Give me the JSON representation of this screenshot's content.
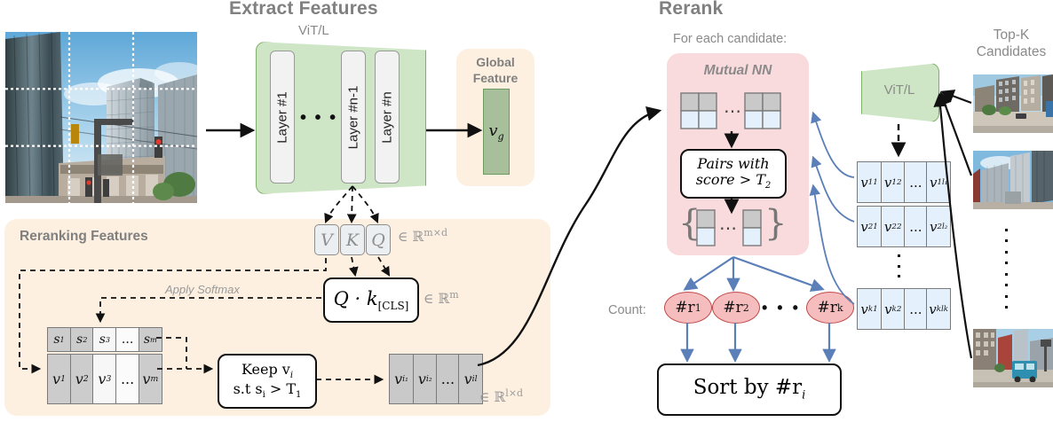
{
  "titles": {
    "left": "Extract Features",
    "right": "Rerank"
  },
  "extract": {
    "vit_label": "ViT/L",
    "layers": [
      "Layer #1",
      "Layer #n-1",
      "Layer #n"
    ],
    "layer_ellipsis": "• • •",
    "global_feature_label": "Global\nFeature",
    "global_feature_label_1": "Global",
    "global_feature_label_2": "Feature",
    "global_vector": "v_g",
    "global_vector_sym": "v",
    "global_vector_sub": "g"
  },
  "rerank_features": {
    "panel_title": "Reranking Features",
    "vkq": [
      "V",
      "K",
      "Q"
    ],
    "vkq_space": "∈ ℝ",
    "vkq_space_exp": "m×d",
    "softmax_label": "Apply Softmax",
    "qk_formula": "Q · k",
    "qk_formula_sub": "[CLS]",
    "qk_space": "∈ ℝ",
    "qk_space_exp": "m",
    "scores": [
      "s₁",
      "s₂",
      "s₃",
      "...",
      "sₘ"
    ],
    "score_cells": [
      {
        "sym": "s",
        "sub": "1",
        "shade": "#cccccc"
      },
      {
        "sym": "s",
        "sub": "2",
        "shade": "#cccccc"
      },
      {
        "sym": "s",
        "sub": "3",
        "shade": "#f7f7f7"
      },
      {
        "sym": "...",
        "sub": "",
        "shade": "#fbfbfb"
      },
      {
        "sym": "s",
        "sub": "m",
        "shade": "#cccccc"
      }
    ],
    "value_cells": [
      {
        "sym": "v",
        "sub": "1",
        "shade": "#cccccc"
      },
      {
        "sym": "v",
        "sub": "2",
        "shade": "#cccccc"
      },
      {
        "sym": "v",
        "sub": "3",
        "shade": "#f7f7f7"
      },
      {
        "sym": "...",
        "sub": "",
        "shade": "#fbfbfb"
      },
      {
        "sym": "v",
        "sub": "m",
        "shade": "#cccccc"
      }
    ],
    "keep_line1": "Keep  v",
    "keep_line1_sub": "i",
    "keep_line2": "s.t  s",
    "keep_line2_sub": "i",
    "keep_line2_rest": " > T",
    "keep_line2_sub2": "1",
    "kept_cells": [
      {
        "sym": "v",
        "sub": "i₁"
      },
      {
        "sym": "v",
        "sub": "i₂"
      },
      {
        "sym": "...",
        "sub": ""
      },
      {
        "sym": "v",
        "sub": "i_l"
      }
    ],
    "kept_space": "∈ ℝ",
    "kept_space_exp": "l×d"
  },
  "rerank": {
    "for_each_candidate": "For each candidate:",
    "mutual_nn_title": "Mutual NN",
    "patch_ellipsis": "⋯",
    "pairs_line1": "Pairs with",
    "pairs_line2": "score > T",
    "pairs_line2_sub": "2",
    "set_open": "{",
    "set_close": "}",
    "count_label": "Count:",
    "counts": [
      {
        "sym": "#r",
        "sub": "1"
      },
      {
        "sym": "#r",
        "sub": "2"
      },
      {
        "sym": "#r",
        "sub": "k"
      }
    ],
    "counts_ellipsis": "• • •",
    "sort_label": "Sort by #r",
    "sort_label_sub": "i",
    "vit_label": "ViT/L",
    "candidate_rows": [
      [
        {
          "sym": "v",
          "sup": "1",
          "sub": "1"
        },
        {
          "sym": "v",
          "sup": "1",
          "sub": "2"
        },
        {
          "sym": "...",
          "sup": "",
          "sub": ""
        },
        {
          "sym": "v",
          "sup": "1",
          "sub": "l₁"
        }
      ],
      [
        {
          "sym": "v",
          "sup": "2",
          "sub": "1"
        },
        {
          "sym": "v",
          "sup": "2",
          "sub": "2"
        },
        {
          "sym": "...",
          "sup": "",
          "sub": ""
        },
        {
          "sym": "v",
          "sup": "2",
          "sub": "l₂"
        }
      ],
      [
        {
          "sym": "v",
          "sup": "k",
          "sub": "1"
        },
        {
          "sym": "v",
          "sup": "k",
          "sub": "2"
        },
        {
          "sym": "...",
          "sup": "",
          "sub": ""
        },
        {
          "sym": "v",
          "sup": "k",
          "sub": "l_k"
        }
      ]
    ],
    "topk_label_1": "Top-K",
    "topk_label_2": "Candidates"
  },
  "colors": {
    "beige_panel": "#fdf0e0",
    "pink_panel": "#fadbdd",
    "green_fill": "#cfe6c6",
    "green_stroke": "#7fb069",
    "blue_arrow": "#5b7fb8",
    "cell_blue": "#e4f0fb",
    "cell_gray": "#c9c9c9",
    "title_gray": "#808080",
    "count_fill": "#f5bdbd",
    "count_stroke": "#c14949"
  }
}
